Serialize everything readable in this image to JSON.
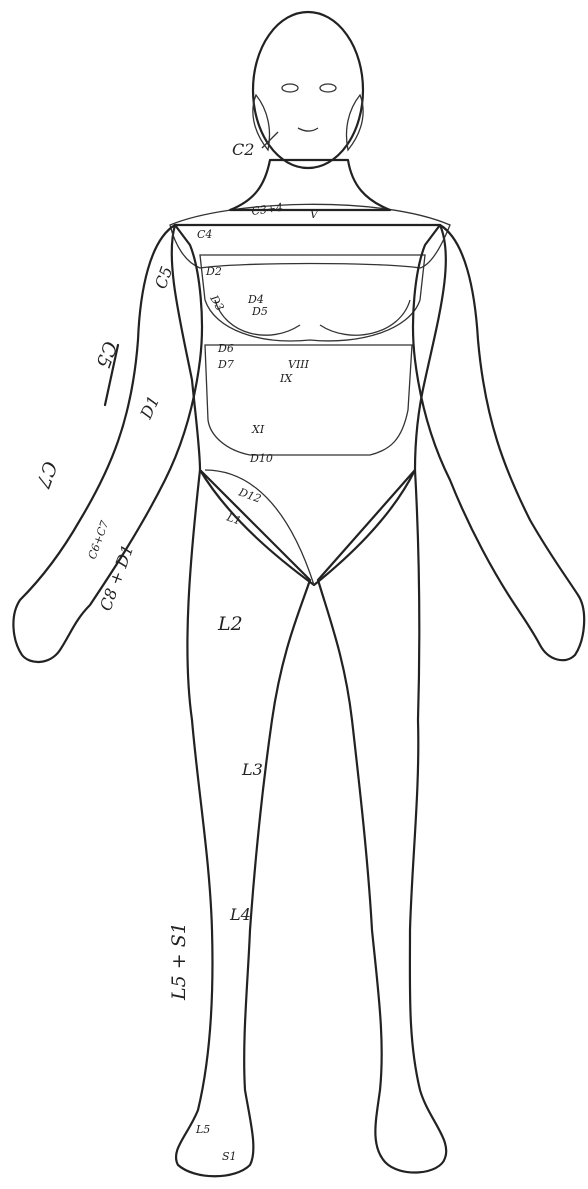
{
  "figure": {
    "palette": {
      "ink": "#222222",
      "hatch_fill": "#d2d2d2",
      "stipple_fill": "#ececec",
      "vertical_fill": "#dcdcdc",
      "background": "#ffffff"
    },
    "labels": {
      "c2": "C2",
      "c3c4": "C3+4",
      "v": "V",
      "c4": "C4",
      "d2": "D2",
      "d3": "D3",
      "d4": "D4",
      "d5": "D5",
      "d6": "D6",
      "d7": "D7",
      "d8": "VIII",
      "d9": "IX",
      "d10": "D10",
      "d11": "XI",
      "d12": "D12",
      "c5_arm": "C5",
      "c5_side": "C5",
      "c7": "C7",
      "d1": "D1",
      "c6c7": "C6+C7",
      "c8d1": "C8 + D1",
      "l1": "L1",
      "l2": "L2",
      "l3": "L3",
      "l4": "L4",
      "l5s1": "L5 + S1",
      "l5": "L5",
      "s1": "S1"
    }
  }
}
